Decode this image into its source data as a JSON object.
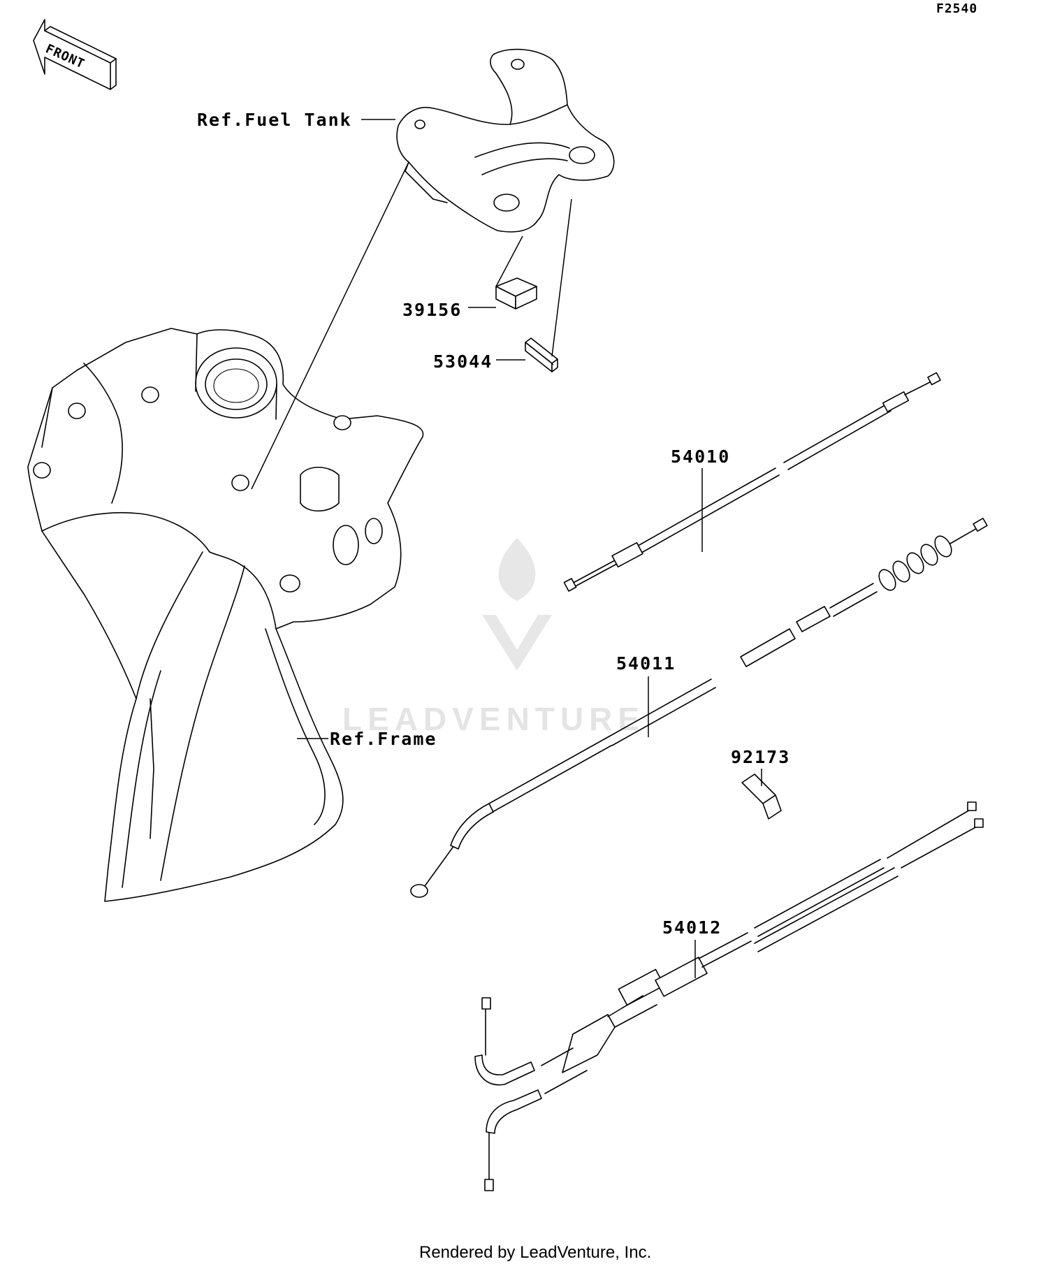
{
  "diagram_code": "F2540",
  "front_arrow_label": "FRONT",
  "watermark": "LEADVENTURE",
  "footer": "Rendered by LeadVenture, Inc.",
  "references": {
    "fuel_tank": "Ref.Fuel Tank",
    "frame": "Ref.Frame"
  },
  "parts": {
    "p39156": "39156",
    "p53044": "53044",
    "p54010": "54010",
    "p54011": "54011",
    "p92173": "92173",
    "p54012": "54012"
  }
}
